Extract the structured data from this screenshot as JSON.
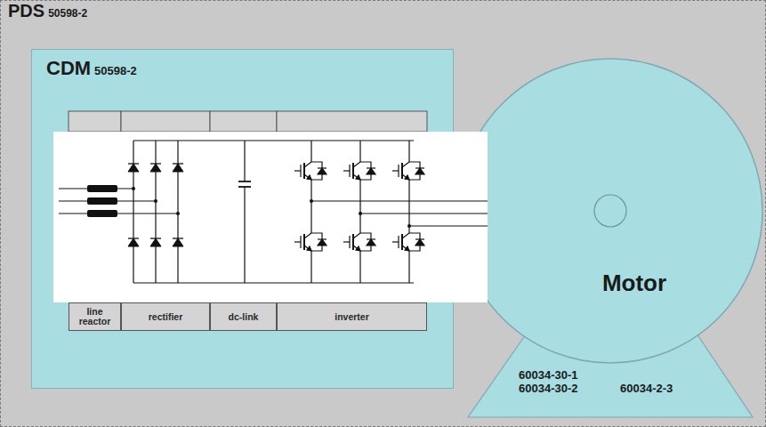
{
  "diagram": {
    "nodes": [
      {
        "text": [
          "PDS",
          "50598-2"
        ]
      },
      {
        "text": [
          "CDM",
          "50598-2"
        ],
        "in": 0
      },
      {
        "text": [
          "line reactor"
        ],
        "in": 1
      },
      {
        "text": [
          "rectifier"
        ],
        "in": 1
      },
      {
        "text": [
          "dc-link"
        ],
        "in": 1
      },
      {
        "text": [
          "inverter"
        ],
        "in": 1
      },
      {
        "text": [
          "Motor"
        ],
        "in": 0
      },
      {
        "text": [
          "60034-30-1",
          "60034-30-2",
          "60034-2-3"
        ],
        "in": 0
      }
    ]
  }
}
